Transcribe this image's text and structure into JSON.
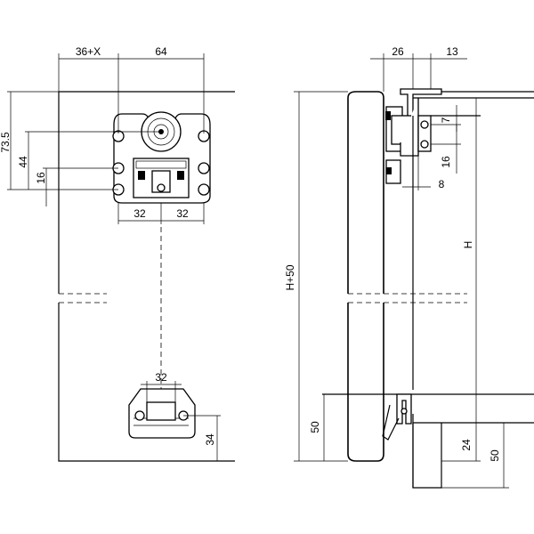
{
  "dimensions": {
    "left_top_offset": "36+X",
    "left_top_width": "64",
    "left_height_73_5": "73.5",
    "left_height_44": "44",
    "left_height_16": "16",
    "left_spacing_32_a": "32",
    "left_spacing_32_b": "32",
    "left_bottom_32": "32",
    "left_bottom_34": "34",
    "right_top_26": "26",
    "right_top_13": "13",
    "right_7": "7",
    "right_16": "16",
    "right_8": "8",
    "right_total_height": "H+50",
    "right_height_H": "H",
    "right_bottom_50_left": "50",
    "right_bottom_24": "24",
    "right_bottom_50_right": "50"
  }
}
